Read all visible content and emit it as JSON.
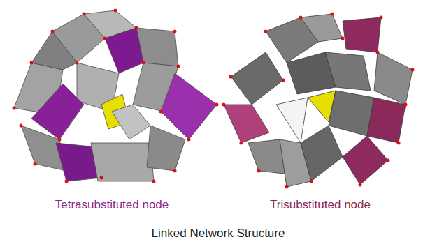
{
  "diagram": {
    "caption": "Linked Network Structure",
    "labels": [
      "Tetrasubstituted node",
      "Trisubstituted node"
    ]
  }
}
